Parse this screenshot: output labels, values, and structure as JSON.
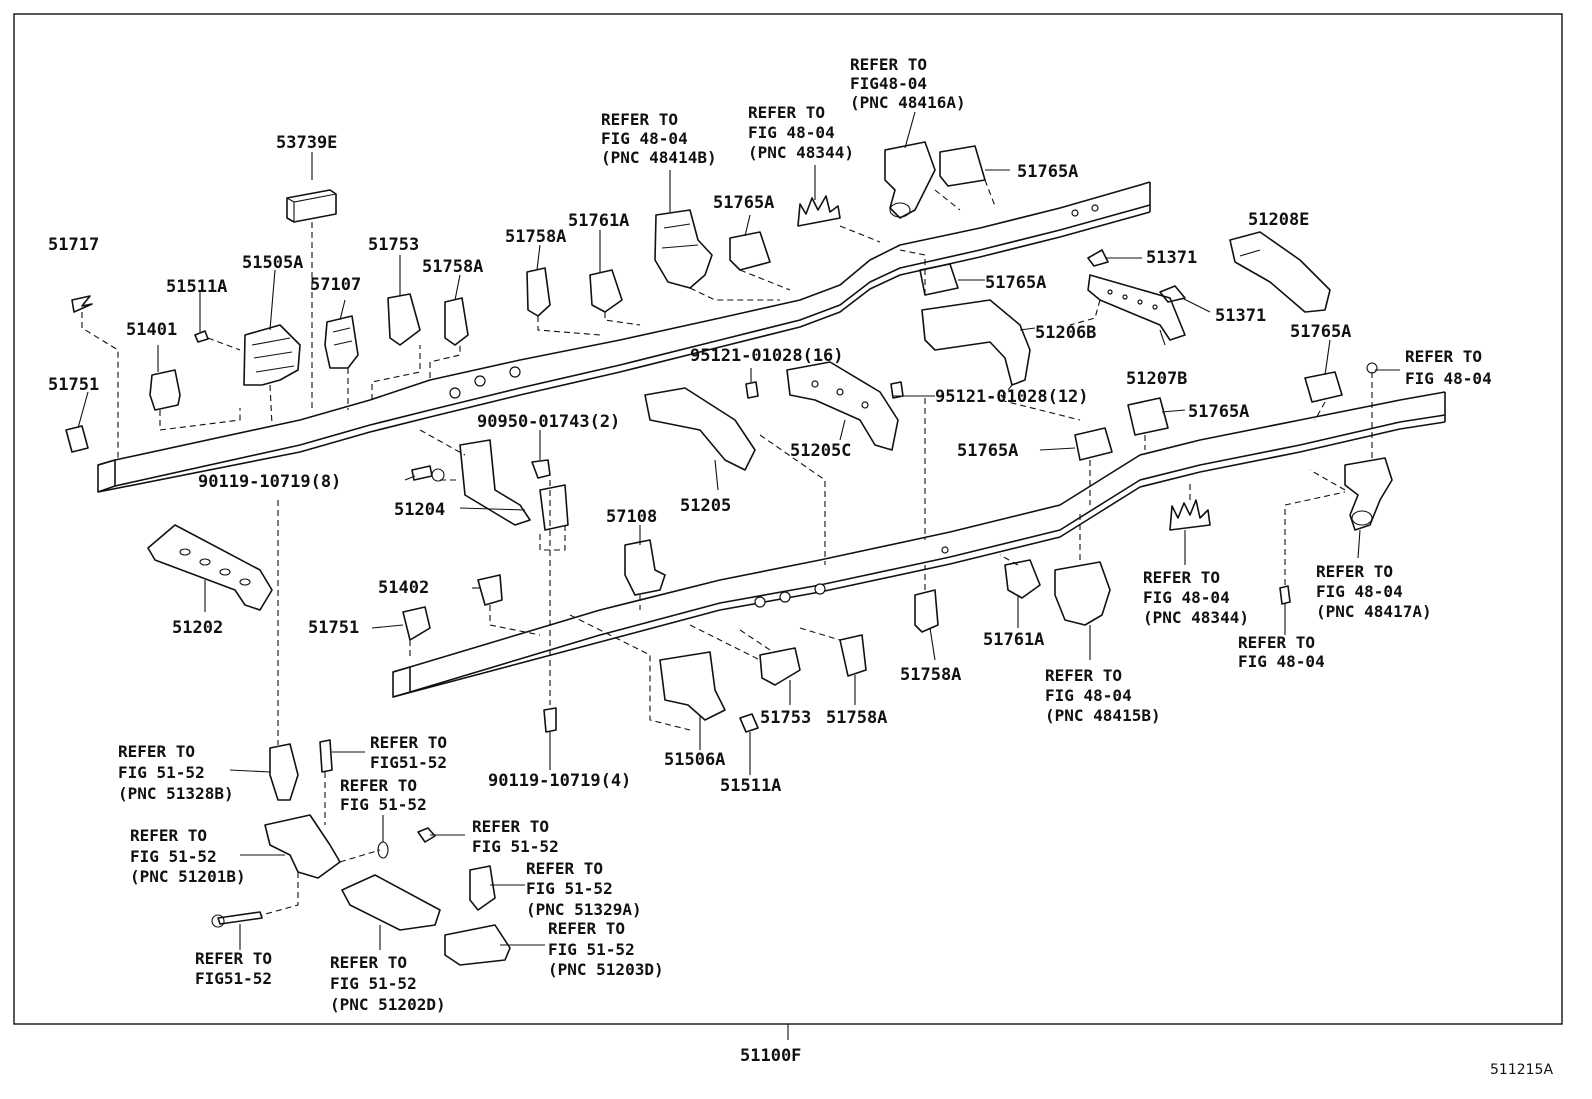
{
  "callouts": {
    "c53739E": "53739E",
    "c51717": "51717",
    "c51505A": "51505A",
    "c51511A_top": "51511A",
    "c51401": "51401",
    "c51751_top": "51751",
    "c51753_top": "51753",
    "c57107": "57107",
    "c51758A_top1": "51758A",
    "c51758A_top2": "51758A",
    "c51761A_top": "51761A",
    "c51765A_1": "51765A",
    "c51765A_2": "51765A",
    "c51765A_3": "51765A",
    "c51765A_4": "51765A",
    "c51765A_5": "51765A",
    "c51765A_6": "51765A",
    "c51208E": "51208E",
    "c51371_1": "51371",
    "c51371_2": "51371",
    "c51206B": "51206B",
    "c51207B": "51207B",
    "c95121_16": "95121-01028(16)",
    "c95121_12": "95121-01028(12)",
    "c90950": "90950-01743(2)",
    "c90119_8": "90119-10719(8)",
    "c51204": "51204",
    "c51205": "51205",
    "c51205C": "51205C",
    "c51202": "51202",
    "c57108": "57108",
    "c51402": "51402",
    "c51751_bot": "51751",
    "c51761A_bot": "51761A",
    "c51758A_bot1": "51758A",
    "c51758A_bot2": "51758A",
    "c51753_bot": "51753",
    "c51506A": "51506A",
    "c51511A_bot": "51511A",
    "c90119_4": "90119-10719(4)",
    "c51100F": "51100F",
    "figure_id": "511215A"
  },
  "references": {
    "r48416A": [
      "REFER TO",
      "FIG48-04",
      "(PNC 48416A)"
    ],
    "r48414B": [
      "REFER TO",
      "FIG 48-04",
      "(PNC 48414B)"
    ],
    "r48344_top": [
      "REFER TO",
      "FIG 48-04",
      "(PNC 48344)"
    ],
    "r48_04_right": [
      "REFER TO",
      "FIG 48-04"
    ],
    "r48415B": [
      "REFER TO",
      "FIG 48-04",
      "(PNC 48415B)"
    ],
    "r48344_bot": [
      "REFER TO",
      "FIG 48-04",
      "(PNC 48344)"
    ],
    "r48417A": [
      "REFER TO",
      "FIG 48-04",
      "(PNC 48417A)"
    ],
    "r48_04_bot": [
      "REFER TO",
      "FIG 48-04"
    ],
    "r51328B": [
      "REFER TO",
      "FIG 51-52",
      "(PNC 51328B)"
    ],
    "r51_52_a": [
      "REFER TO",
      "FIG51-52"
    ],
    "r51_52_b": [
      "REFER TO",
      "FIG 51-52"
    ],
    "r51201B": [
      "REFER TO",
      "FIG 51-52",
      "(PNC 51201B)"
    ],
    "r51_52_c": [
      "REFER TO",
      "FIG 51-52"
    ],
    "r51329A": [
      "REFER TO",
      "FIG 51-52",
      "(PNC 51329A)"
    ],
    "r51203D": [
      "REFER TO",
      "FIG 51-52",
      "(PNC 51203D)"
    ],
    "r51_52_d": [
      "REFER TO",
      "FIG51-52"
    ],
    "r51202D": [
      "REFER TO",
      "FIG 51-52",
      "(PNC 51202D)"
    ]
  }
}
